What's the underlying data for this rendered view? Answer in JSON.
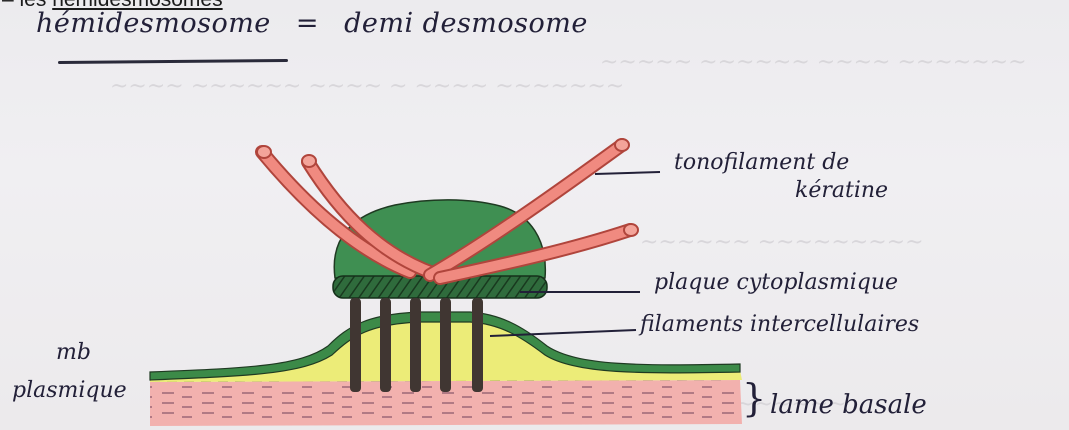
{
  "heading": {
    "prefix": "– les",
    "title": "hémidesmosomes"
  },
  "title": {
    "term": "hémidesmosome",
    "equals": "=",
    "definition": "demi desmosome"
  },
  "labels": {
    "tonofilament_line1": "tonofilament de",
    "tonofilament_line2": "kératine",
    "plaque": "plaque cytoplasmique",
    "filaments": "filaments intercellulaires",
    "mb_line1": "mb",
    "mb_line2": "plasmique",
    "brace": "}",
    "lame": "lame basale"
  },
  "colors": {
    "ink": "#222038",
    "tonofilament": "#f08a80",
    "tonofilament_outline": "#b0453c",
    "plaque_green": "#3f8f52",
    "membrane_green": "#3c8a48",
    "yellow": "#ecec78",
    "pink": "#f2b1ae",
    "post": "#403632"
  }
}
